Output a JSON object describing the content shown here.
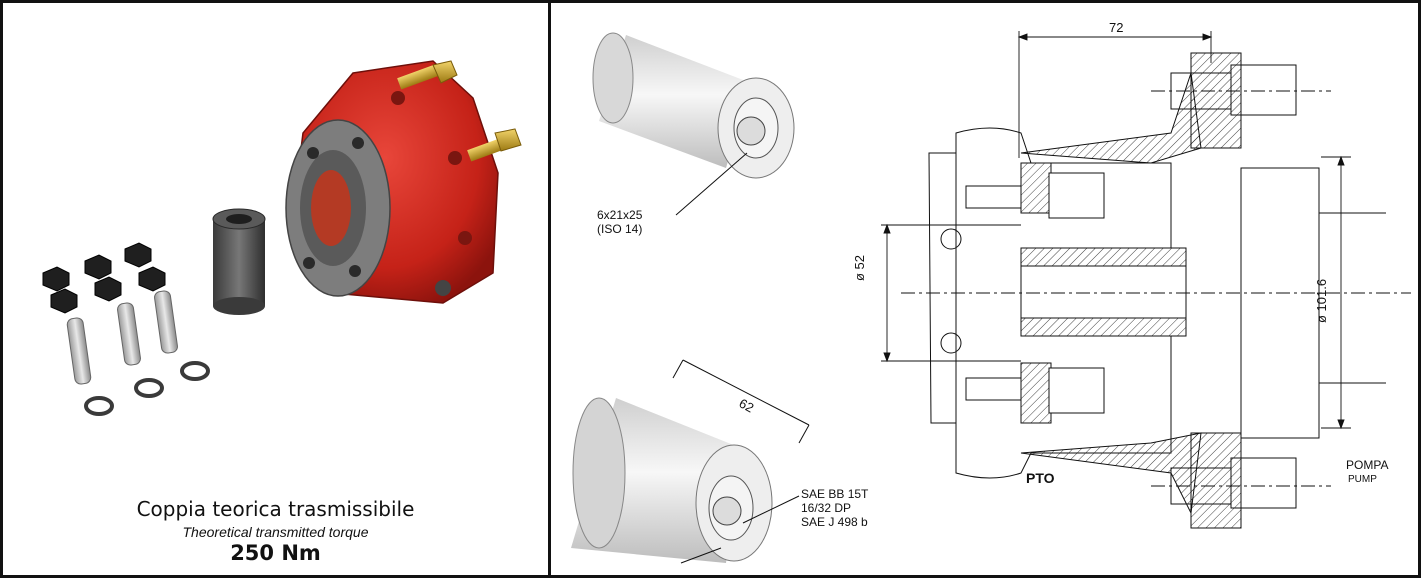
{
  "left_panel": {
    "caption_it": "Coppia teorica trasmissibile",
    "caption_en": "Theoretical transmitted torque",
    "torque_value": "250 Nm"
  },
  "right_panel": {
    "spline_top": [
      "6x21x25",
      "(ISO 14)"
    ],
    "dim_length": "62",
    "spline_bottom": [
      "SAE BB 15T",
      "16/32 DP",
      "SAE J 498 b"
    ],
    "dim_width": "72",
    "dim_small_diameter": "ø 52",
    "dim_large_diameter": "ø 101.6",
    "pto_label": "PTO",
    "pump_label_it": "POMPA",
    "pump_label_en": "PUMP"
  },
  "colors": {
    "flange_red": "#d42a1e",
    "brass": "#c9a227",
    "steel": "#6b6b6b",
    "line": "#111111"
  }
}
